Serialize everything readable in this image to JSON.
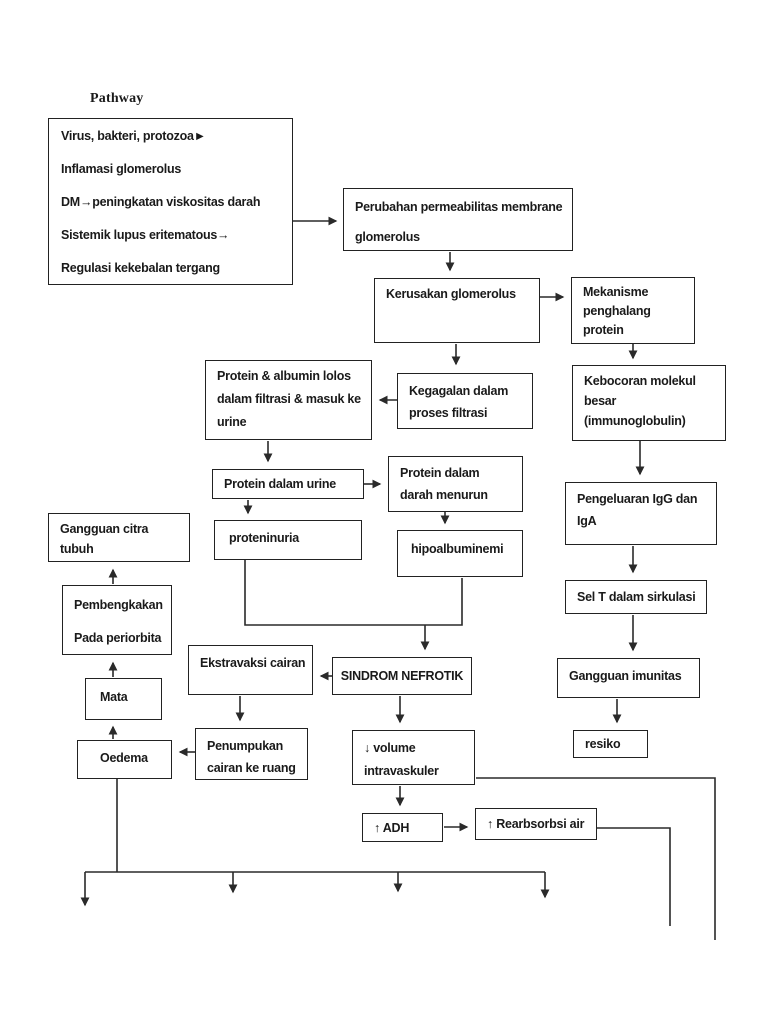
{
  "title": "Pathway",
  "colors": {
    "text": "#1a1a1a",
    "line": "#2a2a2a",
    "background": "#ffffff"
  },
  "nodes": {
    "etiology": {
      "lines": [
        "Virus, bakteri, protozoa►",
        "Inflamasi glomerolus",
        "DM→peningkatan viskositas darah",
        "Sistemik lupus eritematous→",
        "Regulasi kekebalan tergang"
      ]
    },
    "perubahan": {
      "lines": [
        "Perubahan permeabilitas membrane",
        "glomerolus"
      ]
    },
    "kerusakan": {
      "label": "Kerusakan glomerolus"
    },
    "mekanisme": {
      "lines": [
        "Mekanisme",
        "penghalang",
        "protein"
      ]
    },
    "kebocoran": {
      "lines": [
        "Kebocoran molekul",
        "besar",
        "(immunoglobulin)"
      ]
    },
    "protein_albumin": {
      "lines": [
        "Protein & albumin lolos",
        "dalam filtrasi & masuk ke",
        "urine"
      ]
    },
    "kegagalan": {
      "lines": [
        "Kegagalan dalam",
        "proses filtrasi"
      ]
    },
    "protein_urine": {
      "label": "Protein dalam urine"
    },
    "protein_darah": {
      "lines": [
        "Protein dalam",
        "darah menurun"
      ]
    },
    "proteninuria": {
      "label": "proteninuria"
    },
    "hipoalbuminemi": {
      "label": "hipoalbuminemi"
    },
    "pengeluaran": {
      "lines": [
        "Pengeluaran IgG dan",
        "IgA"
      ]
    },
    "sel_t": {
      "label": "Sel T dalam sirkulasi"
    },
    "gangguan_imunitas": {
      "label": "Gangguan imunitas"
    },
    "resiko": {
      "label": "resiko"
    },
    "gangguan_citra": {
      "lines": [
        "Gangguan citra",
        "tubuh"
      ]
    },
    "pembengkakan": {
      "lines": [
        "Pembengkakan",
        "Pada periorbita"
      ]
    },
    "mata": {
      "label": "Mata"
    },
    "oedema": {
      "label": "Oedema"
    },
    "ekstravaksi": {
      "label": "Ekstravaksi cairan"
    },
    "sindrom": {
      "label": "SINDROM NEFROTIK"
    },
    "penumpukan": {
      "lines": [
        "Penumpukan",
        "cairan ke ruang"
      ]
    },
    "volume": {
      "lines": [
        "↓ volume",
        "intravaskuler"
      ]
    },
    "adh": {
      "label": "↑ ADH"
    },
    "rearbsorbsi": {
      "label": "↑ Rearbsorbsi air"
    }
  },
  "edges": [
    "etiology → perubahan",
    "perubahan → kerusakan",
    "kerusakan → mekanisme",
    "kerusakan → kegagalan",
    "kegagalan → protein_albumin",
    "protein_albumin → protein_urine",
    "protein_urine → protein_darah",
    "protein_urine → proteninuria",
    "protein_darah → hipoalbuminemi",
    "mekanisme → kebocoran",
    "kebocoran → pengeluaran",
    "pengeluaran → sel_t",
    "sel_t → gangguan_imunitas",
    "gangguan_imunitas → resiko",
    "proteninuria → sindrom",
    "hipoalbuminemi → sindrom",
    "sindrom → ekstravaksi",
    "ekstravaksi → penumpukan",
    "penumpukan → oedema",
    "oedema → mata",
    "mata → pembengkakan",
    "pembengkakan → gangguan_citra",
    "sindrom → volume",
    "volume → adh",
    "adh → rearbsorbsi",
    "rearbsorbsi → unlabeled drop line",
    "volume → unlabeled drop line",
    "oedema → four unlabeled branches"
  ]
}
